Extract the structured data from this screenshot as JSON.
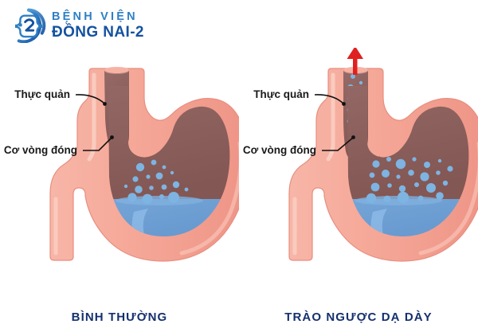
{
  "logo": {
    "line1": "BỆNH VIỆN",
    "line2": "ĐỒNG NAI-2",
    "mark_name": "medical-cross-circle-logo",
    "color_line1": "#2f7fc4",
    "color_line2": "#1452a0"
  },
  "panels": [
    {
      "id": "normal",
      "caption": "BÌNH THƯỜNG",
      "labels": {
        "esophagus": "Thực quản",
        "sphincter": "Cơ vòng đóng"
      },
      "has_reflux_arrow": false,
      "sphincter_state": "closed",
      "esophagus_bubbles": 0,
      "stomach_bubbles": 17
    },
    {
      "id": "reflux",
      "caption": "TRÀO NGƯỢC DẠ DÀY",
      "labels": {
        "esophagus": "Thực quản",
        "sphincter": "Cơ vòng đóng"
      },
      "has_reflux_arrow": true,
      "arrow_name": "reflux-up-arrow",
      "sphincter_state": "open",
      "esophagus_bubbles": 14,
      "stomach_bubbles": 24
    }
  ],
  "colors": {
    "background": "#ffffff",
    "stomach_wall": "#f2a193",
    "stomach_wall_light": "#f9c6b8",
    "stomach_wall_edge": "#eb9183",
    "gastric_gas": "#8a5f5c",
    "gastric_gas_light": "#9b6e6a",
    "liquid": "#6395cc",
    "liquid_light": "#7eaede",
    "bubble": "#7db4e2",
    "arrow_red": "#e02020",
    "label_text": "#1a1a1a",
    "caption_text": "#14306e",
    "leader_line": "#111111"
  }
}
